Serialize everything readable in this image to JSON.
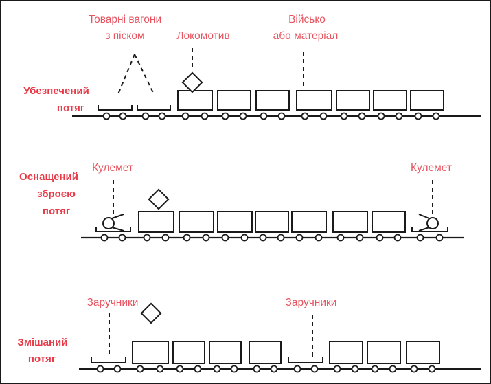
{
  "trains": [
    {
      "title_lines": [
        "Убезпечений",
        "потяг"
      ],
      "annotations": [
        "Товарні вагони",
        "з піском",
        "Локомотив",
        "Військо",
        "або матеріал"
      ]
    },
    {
      "title_lines": [
        "Оснащений",
        "зброєю",
        "потяг"
      ],
      "annotations": [
        "Кулемет",
        "Кулемет"
      ]
    },
    {
      "title_lines": [
        "Змішаний",
        "потяг"
      ],
      "annotations": [
        "Заручники",
        "Заручники"
      ]
    }
  ],
  "colors": {
    "label": "#e8545f",
    "title": "#e83a48",
    "line": "#1a1a1a"
  }
}
